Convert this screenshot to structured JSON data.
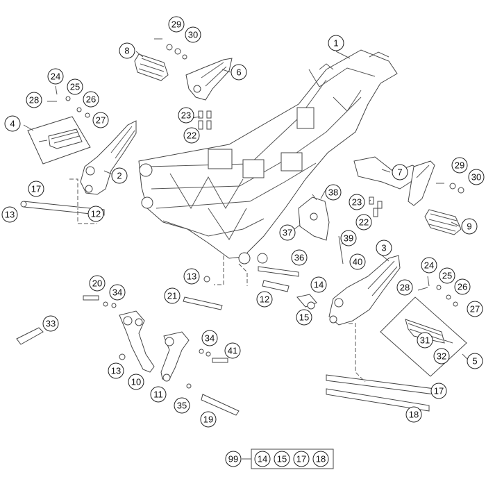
{
  "callouts": [
    {
      "id": "c1",
      "label": "1"
    },
    {
      "id": "c2",
      "label": "2"
    },
    {
      "id": "c3",
      "label": "3"
    },
    {
      "id": "c4",
      "label": "4"
    },
    {
      "id": "c5",
      "label": "5"
    },
    {
      "id": "c6",
      "label": "6"
    },
    {
      "id": "c7",
      "label": "7"
    },
    {
      "id": "c8",
      "label": "8"
    },
    {
      "id": "c9",
      "label": "9"
    },
    {
      "id": "c10",
      "label": "10"
    },
    {
      "id": "c11",
      "label": "11"
    },
    {
      "id": "c12a",
      "label": "12"
    },
    {
      "id": "c12b",
      "label": "12"
    },
    {
      "id": "c13a",
      "label": "13"
    },
    {
      "id": "c13b",
      "label": "13"
    },
    {
      "id": "c13c",
      "label": "13"
    },
    {
      "id": "c14",
      "label": "14"
    },
    {
      "id": "c15",
      "label": "15"
    },
    {
      "id": "c17a",
      "label": "17"
    },
    {
      "id": "c17b",
      "label": "17"
    },
    {
      "id": "c18",
      "label": "18"
    },
    {
      "id": "c19",
      "label": "19"
    },
    {
      "id": "c20",
      "label": "20"
    },
    {
      "id": "c21",
      "label": "21"
    },
    {
      "id": "c22a",
      "label": "22"
    },
    {
      "id": "c22b",
      "label": "22"
    },
    {
      "id": "c23a",
      "label": "23"
    },
    {
      "id": "c23b",
      "label": "23"
    },
    {
      "id": "c24a",
      "label": "24"
    },
    {
      "id": "c24b",
      "label": "24"
    },
    {
      "id": "c25a",
      "label": "25"
    },
    {
      "id": "c25b",
      "label": "25"
    },
    {
      "id": "c26a",
      "label": "26"
    },
    {
      "id": "c26b",
      "label": "26"
    },
    {
      "id": "c27a",
      "label": "27"
    },
    {
      "id": "c27b",
      "label": "27"
    },
    {
      "id": "c28a",
      "label": "28"
    },
    {
      "id": "c28b",
      "label": "28"
    },
    {
      "id": "c29a",
      "label": "29"
    },
    {
      "id": "c29b",
      "label": "29"
    },
    {
      "id": "c30a",
      "label": "30"
    },
    {
      "id": "c30b",
      "label": "30"
    },
    {
      "id": "c31",
      "label": "31"
    },
    {
      "id": "c32",
      "label": "32"
    },
    {
      "id": "c33",
      "label": "33"
    },
    {
      "id": "c34a",
      "label": "34"
    },
    {
      "id": "c34b",
      "label": "34"
    },
    {
      "id": "c35",
      "label": "35"
    },
    {
      "id": "c36",
      "label": "36"
    },
    {
      "id": "c37",
      "label": "37"
    },
    {
      "id": "c38",
      "label": "38"
    },
    {
      "id": "c39",
      "label": "39"
    },
    {
      "id": "c40",
      "label": "40"
    },
    {
      "id": "c41",
      "label": "41"
    }
  ],
  "kit": {
    "label": "99",
    "items": [
      "14",
      "15",
      "17",
      "18"
    ]
  }
}
